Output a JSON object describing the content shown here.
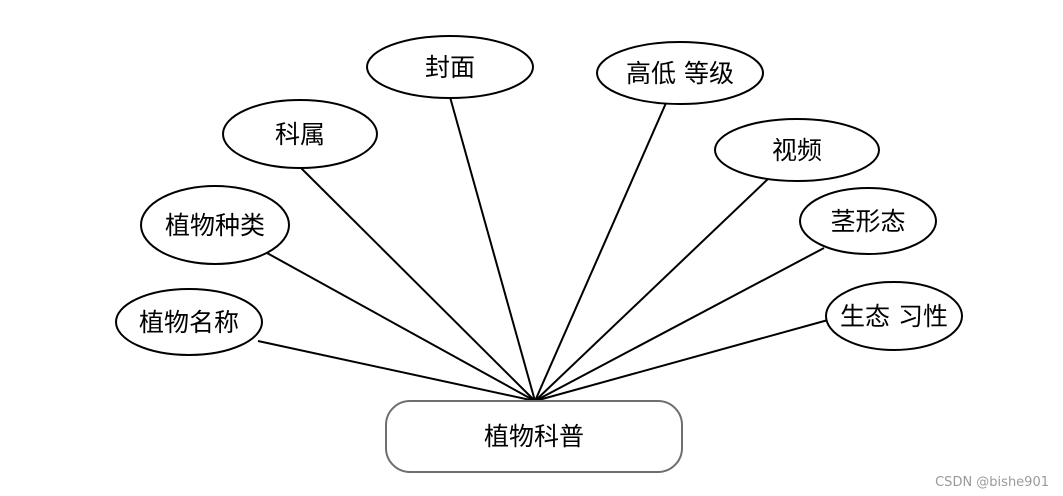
{
  "entity": {
    "label": "植物科普"
  },
  "attributes": [
    {
      "id": "plant-name",
      "label": "植物名称"
    },
    {
      "id": "plant-type",
      "label": "植物种类"
    },
    {
      "id": "family-genus",
      "label": "科属"
    },
    {
      "id": "cover",
      "label": "封面"
    },
    {
      "id": "grade",
      "label": "高低 等级"
    },
    {
      "id": "video",
      "label": "视频"
    },
    {
      "id": "stem-form",
      "label": "茎形态"
    },
    {
      "id": "habit",
      "label": "生态 习性"
    }
  ],
  "watermark": "CSDN @bishe901",
  "colors": {
    "line": "#000000",
    "entity_border": "#6e6e6e",
    "watermark": "#9a9a9a"
  }
}
